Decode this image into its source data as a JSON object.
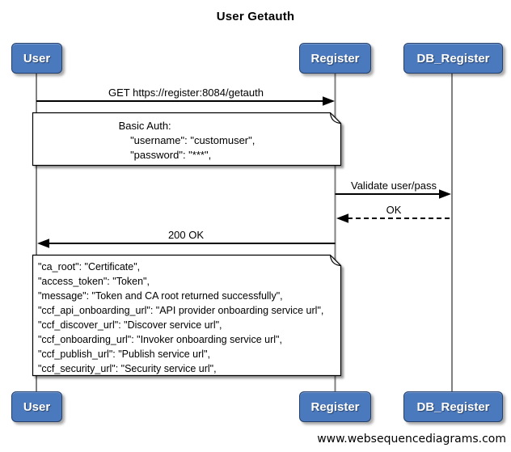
{
  "title": "User Getauth",
  "actors": [
    {
      "name": "User"
    },
    {
      "name": "Register"
    },
    {
      "name": "DB_Register"
    }
  ],
  "messages": [
    {
      "label": "GET https://register:8084/getauth",
      "from": "User",
      "to": "Register",
      "line": "solid"
    },
    {
      "label": "Validate user/pass",
      "from": "Register",
      "to": "DB_Register",
      "line": "solid"
    },
    {
      "label": "OK",
      "from": "DB_Register",
      "to": "Register",
      "line": "dashed"
    },
    {
      "label": "200 OK",
      "from": "Register",
      "to": "User",
      "line": "solid"
    }
  ],
  "notes": [
    {
      "over": "User, Register",
      "lines": [
        "Basic Auth:",
        "    \"username\": \"customuser\",",
        "    \"password\": \"***\","
      ]
    },
    {
      "over": "User, Register",
      "lines": [
        "\"ca_root\": \"Certificate\",",
        "\"access_token\": \"Token\",",
        "\"message\": \"Token and CA root returned successfully\",",
        "\"ccf_api_onboarding_url\": \"API provider onboarding service url\",",
        "\"ccf_discover_url\": \"Discover service url\",",
        "\"ccf_onboarding_url\": \"Invoker onboarding service url\",",
        "\"ccf_publish_url\": \"Publish service url\",",
        "\"ccf_security_url\": \"Security service url\","
      ]
    }
  ],
  "footer": "www.websequencediagrams.com",
  "colors": {
    "actor_fill": "#4b79bd",
    "actor_border": "#24406b",
    "lifeline": "#808080",
    "arrow": "#000000",
    "note_fill": "#ffffff"
  }
}
